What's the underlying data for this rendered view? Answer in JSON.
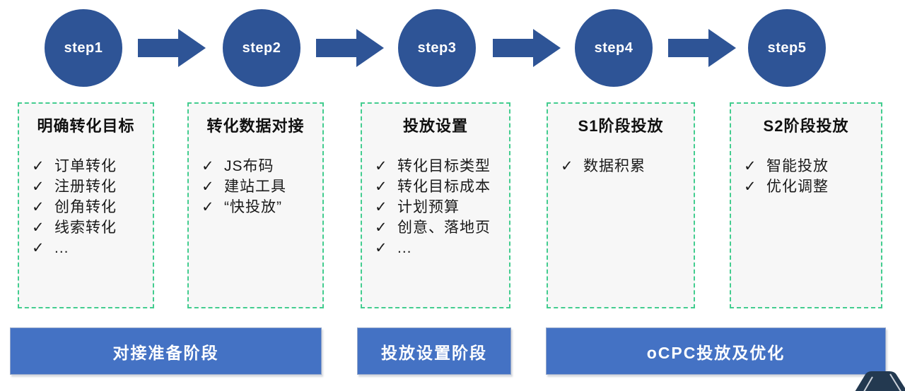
{
  "steps": [
    {
      "label": "step1",
      "title": "明确转化目标",
      "items": [
        "订单转化",
        "注册转化",
        "创角转化",
        "线索转化",
        "..."
      ]
    },
    {
      "label": "step2",
      "title": "转化数据对接",
      "items": [
        "JS布码",
        "建站工具",
        "“快投放”"
      ]
    },
    {
      "label": "step3",
      "title": "投放设置",
      "items": [
        "转化目标类型",
        "转化目标成本",
        "计划预算",
        "创意、落地页",
        "..."
      ]
    },
    {
      "label": "step4",
      "title": "S1阶段投放",
      "items": [
        "数据积累"
      ]
    },
    {
      "label": "step5",
      "title": "S2阶段投放",
      "items": [
        "智能投放",
        "优化调整"
      ]
    }
  ],
  "stages": [
    {
      "label": "对接准备阶段"
    },
    {
      "label": "投放设置阶段"
    },
    {
      "label": "oCPC投放及优化"
    }
  ],
  "icons": {
    "check": "✓",
    "arrow": "right-block-arrow"
  },
  "colors": {
    "step_circle": "#2e5496",
    "arrow": "#2e5496",
    "stage_bar": "#4472c4",
    "box_border": "#43cd8f",
    "box_bg": "#f7f7f7",
    "corner_shape": "#233950"
  }
}
